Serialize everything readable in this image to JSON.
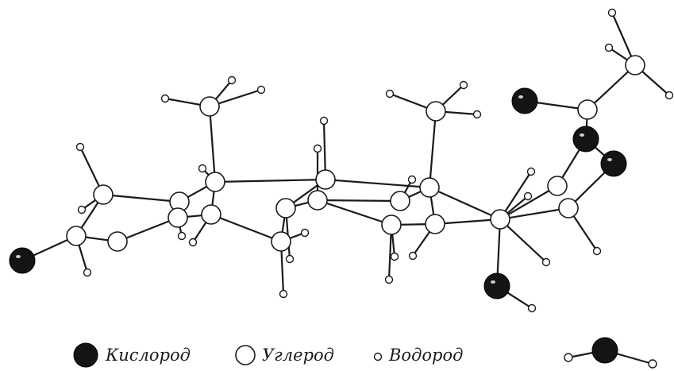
{
  "legend": {
    "oxygen_label": "Кислород",
    "carbon_label": "Углерод",
    "hydrogen_label": "Водород"
  },
  "colors": {
    "oxygen": "#141414",
    "carbon": "#ffffff",
    "hydrogen": "#ffffff",
    "bond": "#1a1a1a"
  }
}
